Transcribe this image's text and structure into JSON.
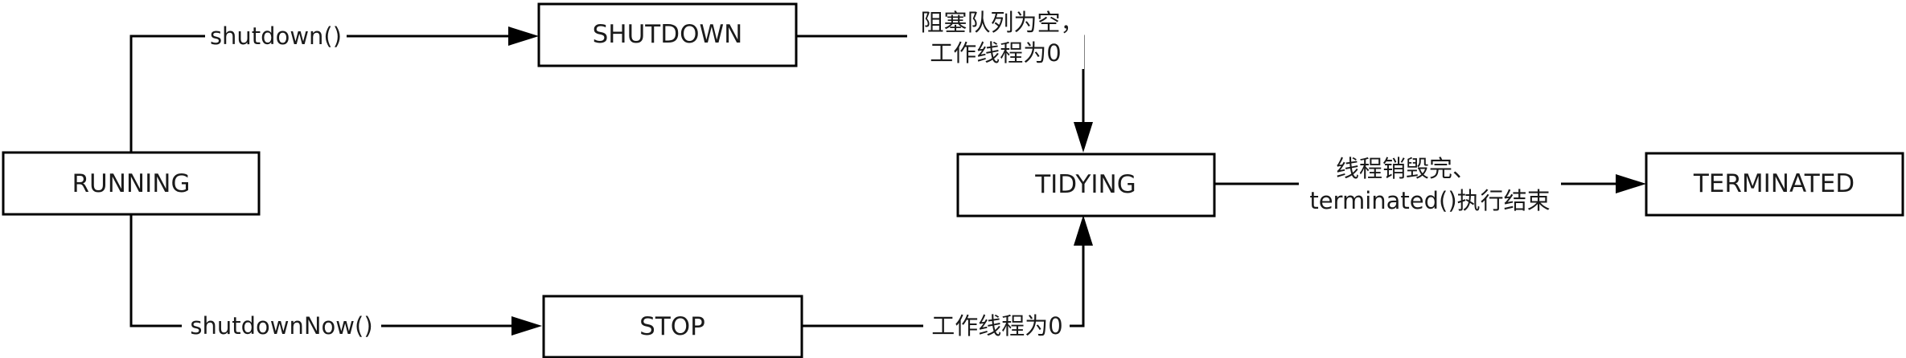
{
  "states": {
    "running": "RUNNING",
    "shutdown": "SHUTDOWN",
    "stop": "STOP",
    "tidying": "TIDYING",
    "terminated": "TERMINATED"
  },
  "transitions": {
    "running_to_shutdown": "shutdown()",
    "running_to_stop": "shutdownNow()",
    "shutdown_to_tidying_line1": "阻塞队列为空，",
    "shutdown_to_tidying_line2": "工作线程为0",
    "stop_to_tidying": "工作线程为0",
    "tidying_to_terminated_line1": "线程销毁完、",
    "tidying_to_terminated_line2": "terminated()执行结束"
  },
  "colors": {
    "stroke": "#000000",
    "fill": "#ffffff",
    "text": "#1a1a1a"
  }
}
